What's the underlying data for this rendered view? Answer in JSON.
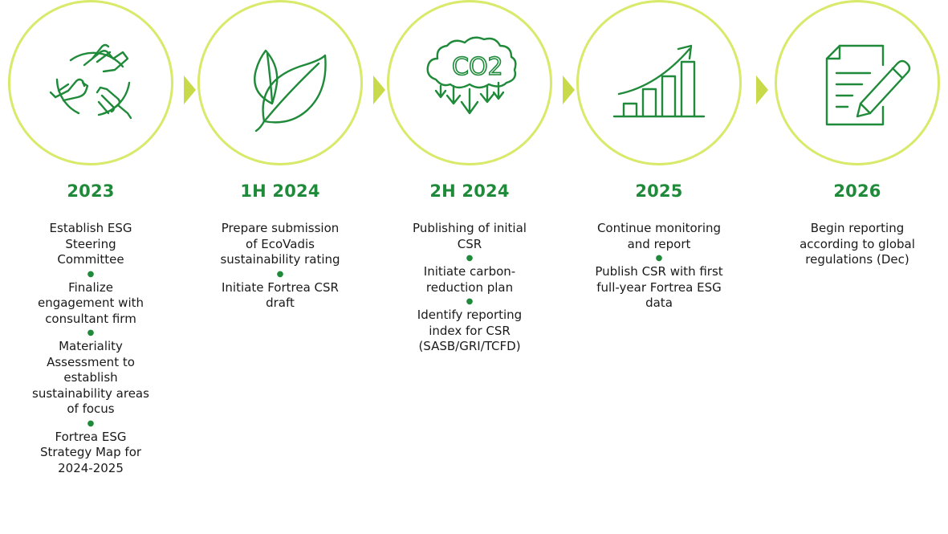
{
  "colors": {
    "accent_green": "#1f8a3a",
    "circle_border": "#d9e96a",
    "chevron": "#c8d94a"
  },
  "stages": [
    {
      "icon": "hands-teamwork-icon",
      "year": "2023",
      "items": [
        "Establish ESG Steering Committee",
        "Finalize engagement with consultant firm",
        "Materiality Assessment to establish sustainability areas of focus",
        "Fortrea ESG Strategy Map for 2024-2025"
      ]
    },
    {
      "icon": "leaf-icon",
      "year": "1H 2024",
      "items": [
        "Prepare submission of EcoVadis sustainability rating",
        "Initiate Fortrea CSR draft"
      ]
    },
    {
      "icon": "co2-reduction-icon",
      "icon_text": "CO2",
      "year": "2H 2024",
      "items": [
        "Publishing of initial CSR",
        "Initiate carbon-reduction plan",
        "Identify reporting index for CSR (SASB/GRI/TCFD)"
      ]
    },
    {
      "icon": "growth-chart-icon",
      "year": "2025",
      "items": [
        "Continue monitoring and report",
        "Publish CSR with first full-year Fortrea ESG data"
      ]
    },
    {
      "icon": "document-pen-icon",
      "year": "2026",
      "items": [
        "Begin reporting according to global regulations (Dec)"
      ]
    }
  ]
}
